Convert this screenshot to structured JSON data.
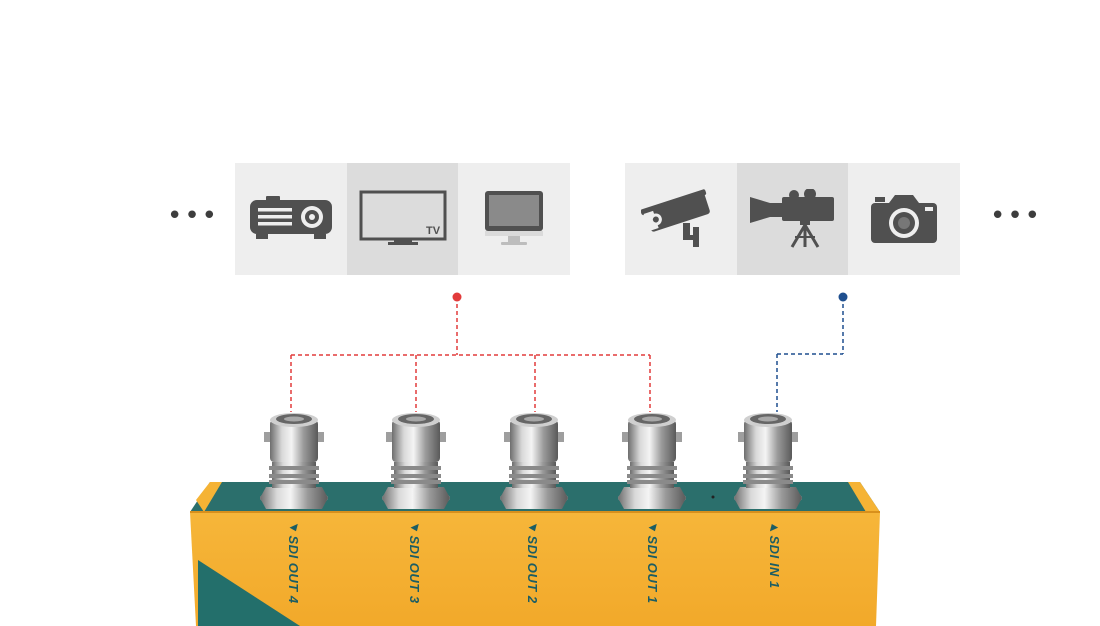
{
  "more_left": "•••",
  "more_right": "•••",
  "output_devices": [
    {
      "icon": "projector-icon"
    },
    {
      "icon": "tv-icon",
      "label": "TV"
    },
    {
      "icon": "monitor-icon"
    }
  ],
  "input_devices": [
    {
      "icon": "security-camera-icon"
    },
    {
      "icon": "video-camera-icon"
    },
    {
      "icon": "photo-camera-icon"
    }
  ],
  "ports": [
    {
      "label": "◂SDI OUT 4"
    },
    {
      "label": "◂SDI OUT 3"
    },
    {
      "label": "◂SDI OUT 2"
    },
    {
      "label": "◂SDI OUT 1"
    },
    {
      "label": "▸SDI IN 1"
    }
  ],
  "colors": {
    "output_line": "#e23b3b",
    "input_line": "#1f4f8f",
    "icon": "#505050",
    "device_body": "#f5b335",
    "device_top": "#2b6f6c"
  }
}
